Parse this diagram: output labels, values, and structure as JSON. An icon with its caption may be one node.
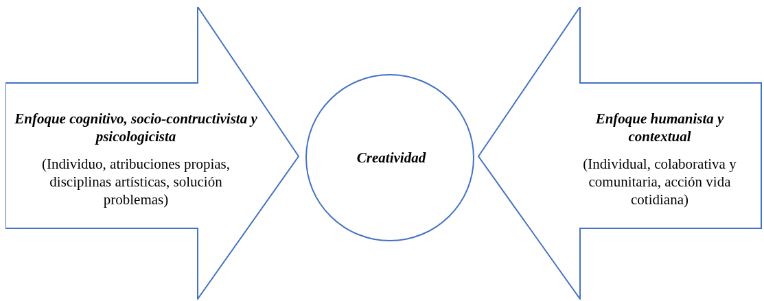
{
  "diagram": {
    "nodes": [
      {
        "text": [
          "Enfoque cognitivo, socio-contructivista y psicologicista",
          "(Individuo, atribuciones propias, disciplinas artísticas, solución problemas)"
        ]
      },
      {
        "text": [
          "Creatividad"
        ]
      },
      {
        "text": [
          "Enfoque humanista y contextual",
          "(Individual, colaborativa y comunitaria, acción vida cotidiana)"
        ]
      }
    ]
  }
}
